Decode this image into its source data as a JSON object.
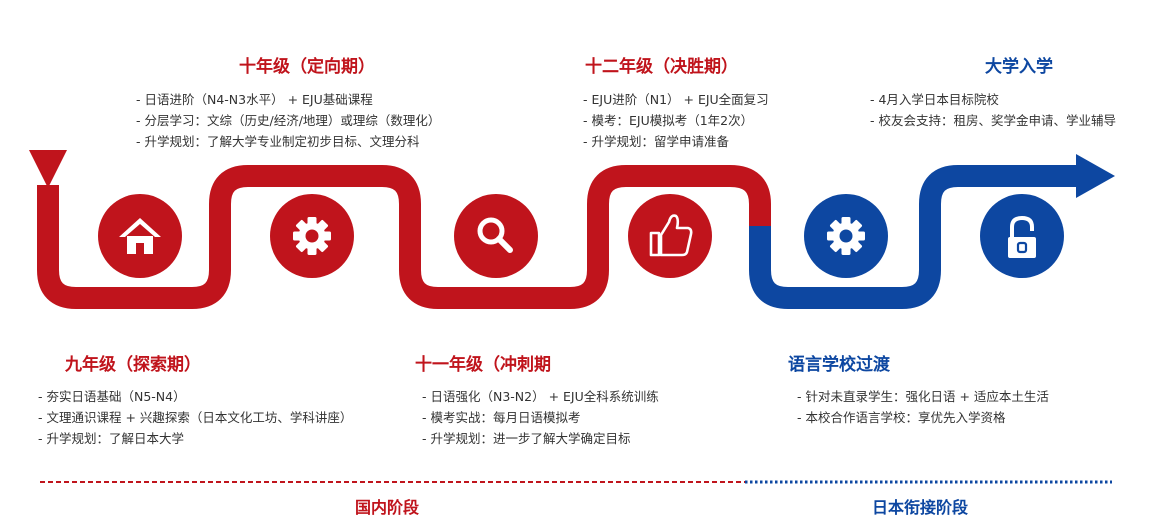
{
  "colors": {
    "red": "#c0141c",
    "blue": "#0d47a1",
    "text": "#333333"
  },
  "top": [
    {
      "title": "十年级（定向期）",
      "items": [
        "- 日语进阶（N4-N3水平） + EJU基础课程",
        "- 分层学习：文综（历史/经济/地理）或理综（数理化）",
        "- 升学规划：了解大学专业制定初步目标、文理分科"
      ]
    },
    {
      "title": "十二年级（决胜期）",
      "items": [
        "- EJU进阶（N1） + EJU全面复习",
        "- 模考：EJU模拟考（1年2次）",
        "- 升学规划：留学申请准备"
      ]
    },
    {
      "title": "大学入学",
      "items": [
        "- 4月入学日本目标院校",
        "- 校友会支持：租房、奖学金申请、学业辅导"
      ]
    }
  ],
  "bottom": [
    {
      "title": "九年级（探索期）",
      "items": [
        "- 夯实日语基础（N5-N4）",
        "- 文理通识课程 + 兴趣探索（日本文化工坊、学科讲座）",
        "- 升学规划：了解日本大学"
      ]
    },
    {
      "title": "十一年级（冲刺期",
      "items": [
        "- 日语强化（N3-N2） + EJU全科系统训练",
        "- 模考实战：每月日语模拟考",
        "- 升学规划：进一步了解大学确定目标"
      ]
    },
    {
      "title": "语言学校过渡",
      "items": [
        "- 针对未直录学生：强化日语 + 适应本土生活",
        "- 本校合作语言学校：享优先入学资格"
      ]
    }
  ],
  "icons": [
    "home-icon",
    "gear-icon",
    "search-icon",
    "thumbs-up-icon",
    "gear-icon",
    "lock-icon"
  ],
  "stages": {
    "domestic": "国内阶段",
    "japan": "日本衔接阶段"
  }
}
